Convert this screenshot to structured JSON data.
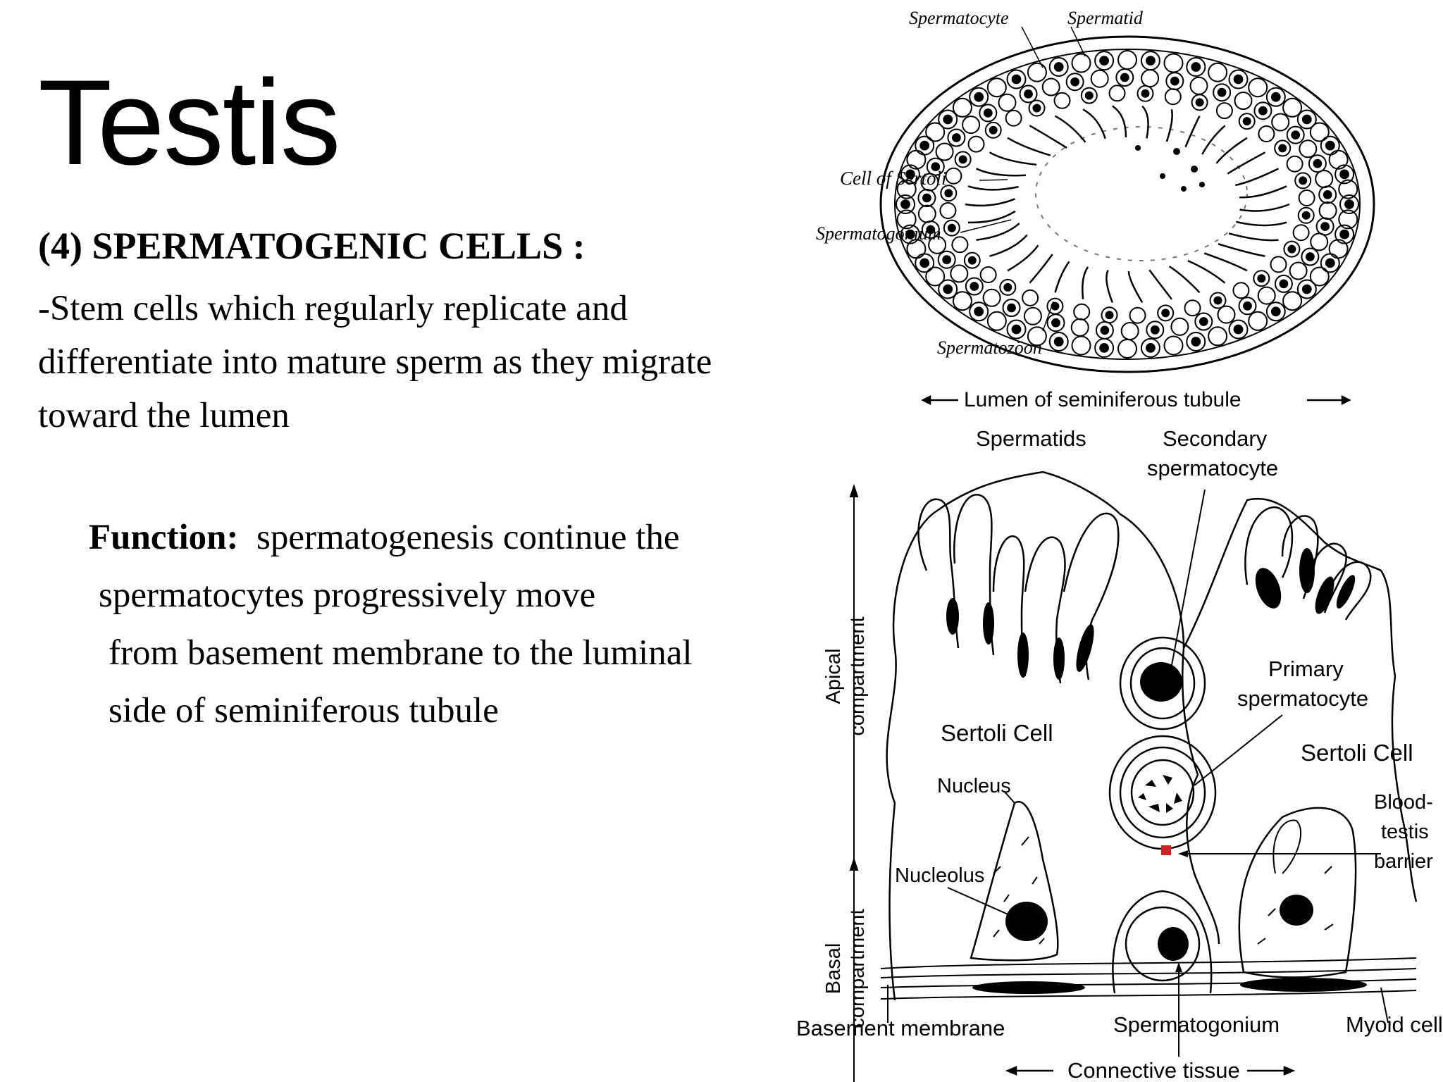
{
  "slide": {
    "title": "Testis",
    "heading": "(4) SPERMATOGENIC CELLS   :",
    "description_lines": [
      "-Stem cells which regularly replicate and",
      "differentiate into mature sperm as they migrate",
      "toward the lumen"
    ],
    "function_label": "Function:",
    "function_lines": [
      "spermatogenesis continue the",
      "spermatocytes  progressively move",
      "from basement membrane to the luminal",
      "side of seminiferous tubule"
    ]
  },
  "top_figure": {
    "labels": {
      "spermatocyte": "Spermatocyte",
      "spermatid": "Spermatid",
      "sertoli": "Cell of Sertoli",
      "spermatogonium": "Spermatogonium",
      "spermatozoon": "Spermatozöon"
    }
  },
  "bottom_figure": {
    "labels": {
      "lumen": "Lumen of seminiferous tubule",
      "spermatids": "Spermatids",
      "secondary_1": "Secondary",
      "secondary_2": "spermatocyte",
      "apical_1": "Apical",
      "apical_2": "compartment",
      "primary_1": "Primary",
      "primary_2": "spermatocyte",
      "sertoli_left": "Sertoli Cell",
      "sertoli_right": "Sertoli Cell",
      "nucleus": "Nucleus",
      "nucleolus": "Nucleolus",
      "btb_1": "Blood-",
      "btb_2": "testis",
      "btb_3": "barrier",
      "basal_1": "Basal",
      "basal_2": "compartment",
      "basement": "Basement membrane",
      "spermatogonium": "Spermatogonium",
      "myoid": "Myoid cell",
      "connective": "Connective tissue"
    }
  },
  "colors": {
    "barrier_marker": "#d42020"
  }
}
